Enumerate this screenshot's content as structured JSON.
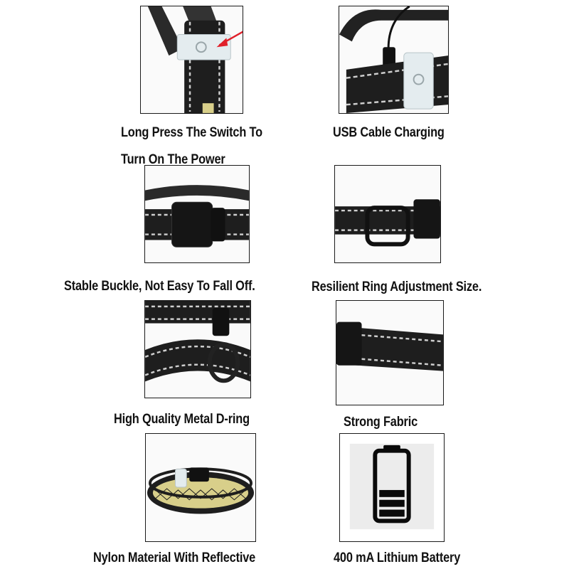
{
  "features": [
    {
      "caption_line1": "Long Press The Switch To",
      "caption_line2": "Turn On The Power"
    },
    {
      "caption_line1": "USB Cable Charging"
    },
    {
      "caption_line1": "Stable Buckle, Not Easy To Fall Off."
    },
    {
      "caption_line1": "Resilient Ring Adjustment Size."
    },
    {
      "caption_line1": "High Quality Metal D-ring"
    },
    {
      "caption_line1": "Strong Fabric"
    },
    {
      "caption_line1": "Nylon Material With Reflective"
    },
    {
      "caption_line1": "400 mA Lithium Battery"
    }
  ],
  "colors": {
    "strap": "#1e1e1e",
    "reflective": "#cfcfcf",
    "arrow": "#e0202a",
    "led_yellow": "#d8cf8a",
    "switch_sleeve": "#e4ecef",
    "battery": "#0a0a0a"
  },
  "battery_level_bars": 3,
  "battery_total_bars": 5
}
